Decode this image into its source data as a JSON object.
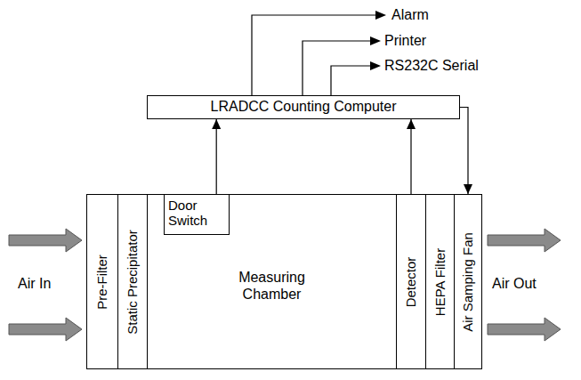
{
  "diagram": {
    "nodes": [
      {
        "text": [
          "LRADCC Counting Computer"
        ]
      },
      {
        "text": [
          "Pre-Filter"
        ]
      },
      {
        "text": [
          "Static Precipitator"
        ]
      },
      {
        "text": [
          "Measuring Chamber"
        ]
      },
      {
        "text": [
          "Door Switch"
        ],
        "in": 3
      },
      {
        "text": [
          "Detector"
        ]
      },
      {
        "text": [
          "HEPA Filter"
        ]
      },
      {
        "text": [
          "Air Samping Fan"
        ]
      }
    ],
    "edges": [
      {
        "from": 4,
        "to": 0,
        "arrow": "to"
      },
      {
        "from": 5,
        "to": 0,
        "arrow": "to"
      },
      {
        "from": 0,
        "to": 7,
        "arrow": "to"
      }
    ],
    "labels": [
      "Alarm",
      "Printer",
      "RS232C Serial",
      "Air In",
      "Air Out"
    ]
  }
}
